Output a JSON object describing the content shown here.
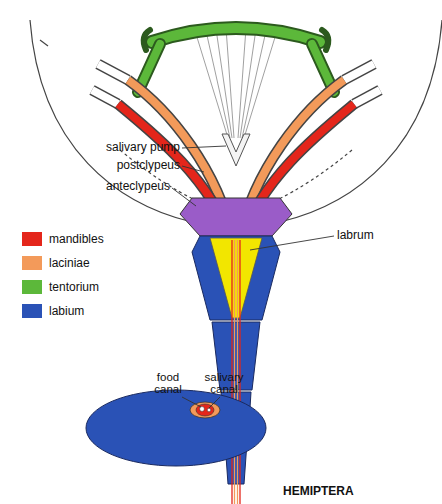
{
  "diagram": {
    "caption": "HEMIPTERA",
    "labels": [
      "salivary pump",
      "postclypeus",
      "anteclypeus",
      "labrum",
      "food canal",
      "salivary canal"
    ],
    "legend": [
      {
        "text": "mandibles",
        "color": "#e4261b"
      },
      {
        "text": "laciniae",
        "color": "#f39a5a"
      },
      {
        "text": "tentorium",
        "color": "#5cb83a"
      },
      {
        "text": "labium",
        "color": "#2a52b6"
      }
    ]
  }
}
